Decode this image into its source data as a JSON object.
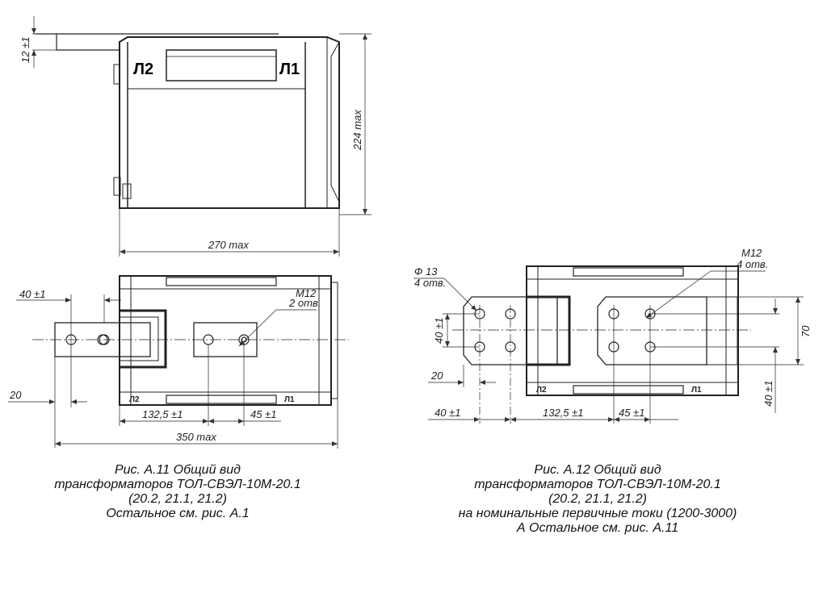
{
  "fig11": {
    "label_l2": "Л2",
    "label_l1": "Л1",
    "dim_12": "12 ±1",
    "dim_224": "224 max",
    "dim_270": "270 max",
    "dim_40": "40 ±1",
    "dim_20": "20",
    "dim_132": "132,5 ±1",
    "dim_45": "45 ±1",
    "dim_350": "350 max",
    "m12": "M12",
    "m12_holes": "2 отв.",
    "small_l2": "Л2",
    "small_l1": "Л1",
    "caption": [
      "Рис. А.11 Общий вид",
      "трансформаторов ТОЛ-СВЭЛ-10М-20.1",
      "(20.2, 21.1, 21.2)",
      "Остальное см. рис. А.1"
    ]
  },
  "fig12": {
    "phi13": "Ф 13",
    "phi13_holes": "4 отв.",
    "m12": "M12",
    "m12_holes": "4 отв.",
    "dim_40v": "40 ±1",
    "dim_20": "20",
    "dim_70": "70",
    "dim_40r": "40 ±1",
    "dim_40b": "40 ±1",
    "dim_132": "132,5 ±1",
    "dim_45": "45 ±1",
    "small_l2": "Л2",
    "small_l1": "Л1",
    "caption": [
      "Рис. А.12 Общий вид",
      "трансформаторов ТОЛ-СВЭЛ-10М-20.1",
      "(20.2, 21.1, 21.2)",
      "на номинальные первичные токи (1200-3000)",
      "А Остальное см. рис. А.11"
    ]
  }
}
